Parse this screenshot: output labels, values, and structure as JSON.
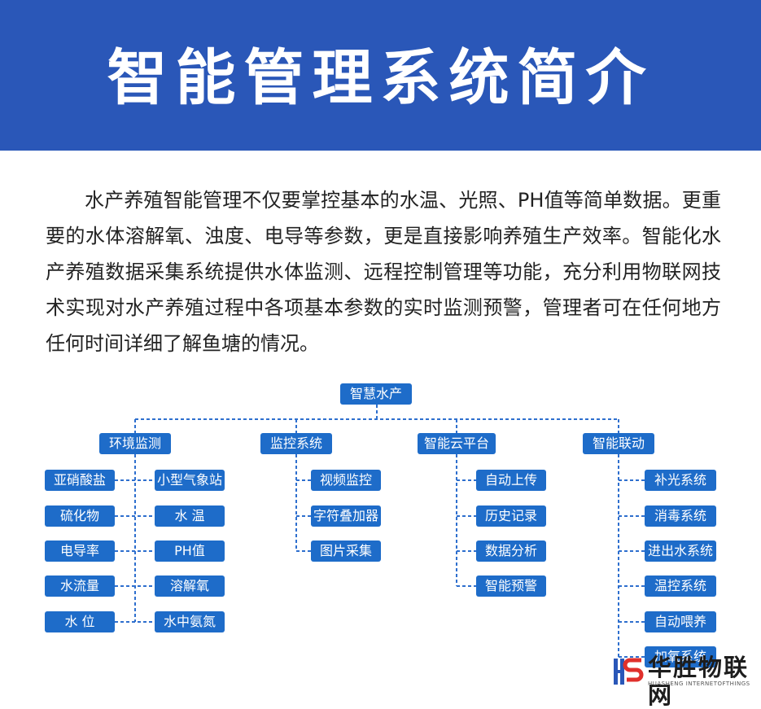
{
  "header": {
    "title": "智能管理系统简介"
  },
  "intro": "水产养殖智能管理不仅要掌控基本的水温、光照、PH值等简单数据。更重要的水体溶解氧、浊度、电导等参数，更是直接影响养殖生产效率。智能化水产养殖数据采集系统提供水体监测、远程控制管理等功能，充分利用物联网技术实现对水产养殖过程中各项基本参数的实时监测预警，管理者可在任何地方任何时间详细了解鱼塘的情况。",
  "diagram": {
    "root": "智慧水产",
    "categories": [
      {
        "label": "环境监测",
        "items_left": [
          "亚硝酸盐",
          "硫化物",
          "电导率",
          "水流量",
          "水 位"
        ],
        "items_right": [
          "小型气象站",
          "水 温",
          "PH值",
          "溶解氧",
          "水中氨氮"
        ]
      },
      {
        "label": "监控系统",
        "items": [
          "视频监控",
          "字符叠加器",
          "图片采集"
        ]
      },
      {
        "label": "智能云平台",
        "items": [
          "自动上传",
          "历史记录",
          "数据分析",
          "智能预警"
        ]
      },
      {
        "label": "智能联动",
        "items": [
          "补光系统",
          "消毒系统",
          "进出水系统",
          "温控系统",
          "自动喂养",
          "加氧系统"
        ]
      }
    ]
  },
  "colors": {
    "banner": "#2a57b8",
    "node": "#1e6cc9",
    "connector": "#2e6fce"
  },
  "logo": {
    "cn": "华胜物联网",
    "en": "HUASHENG INTERNETOFTHINGS"
  }
}
